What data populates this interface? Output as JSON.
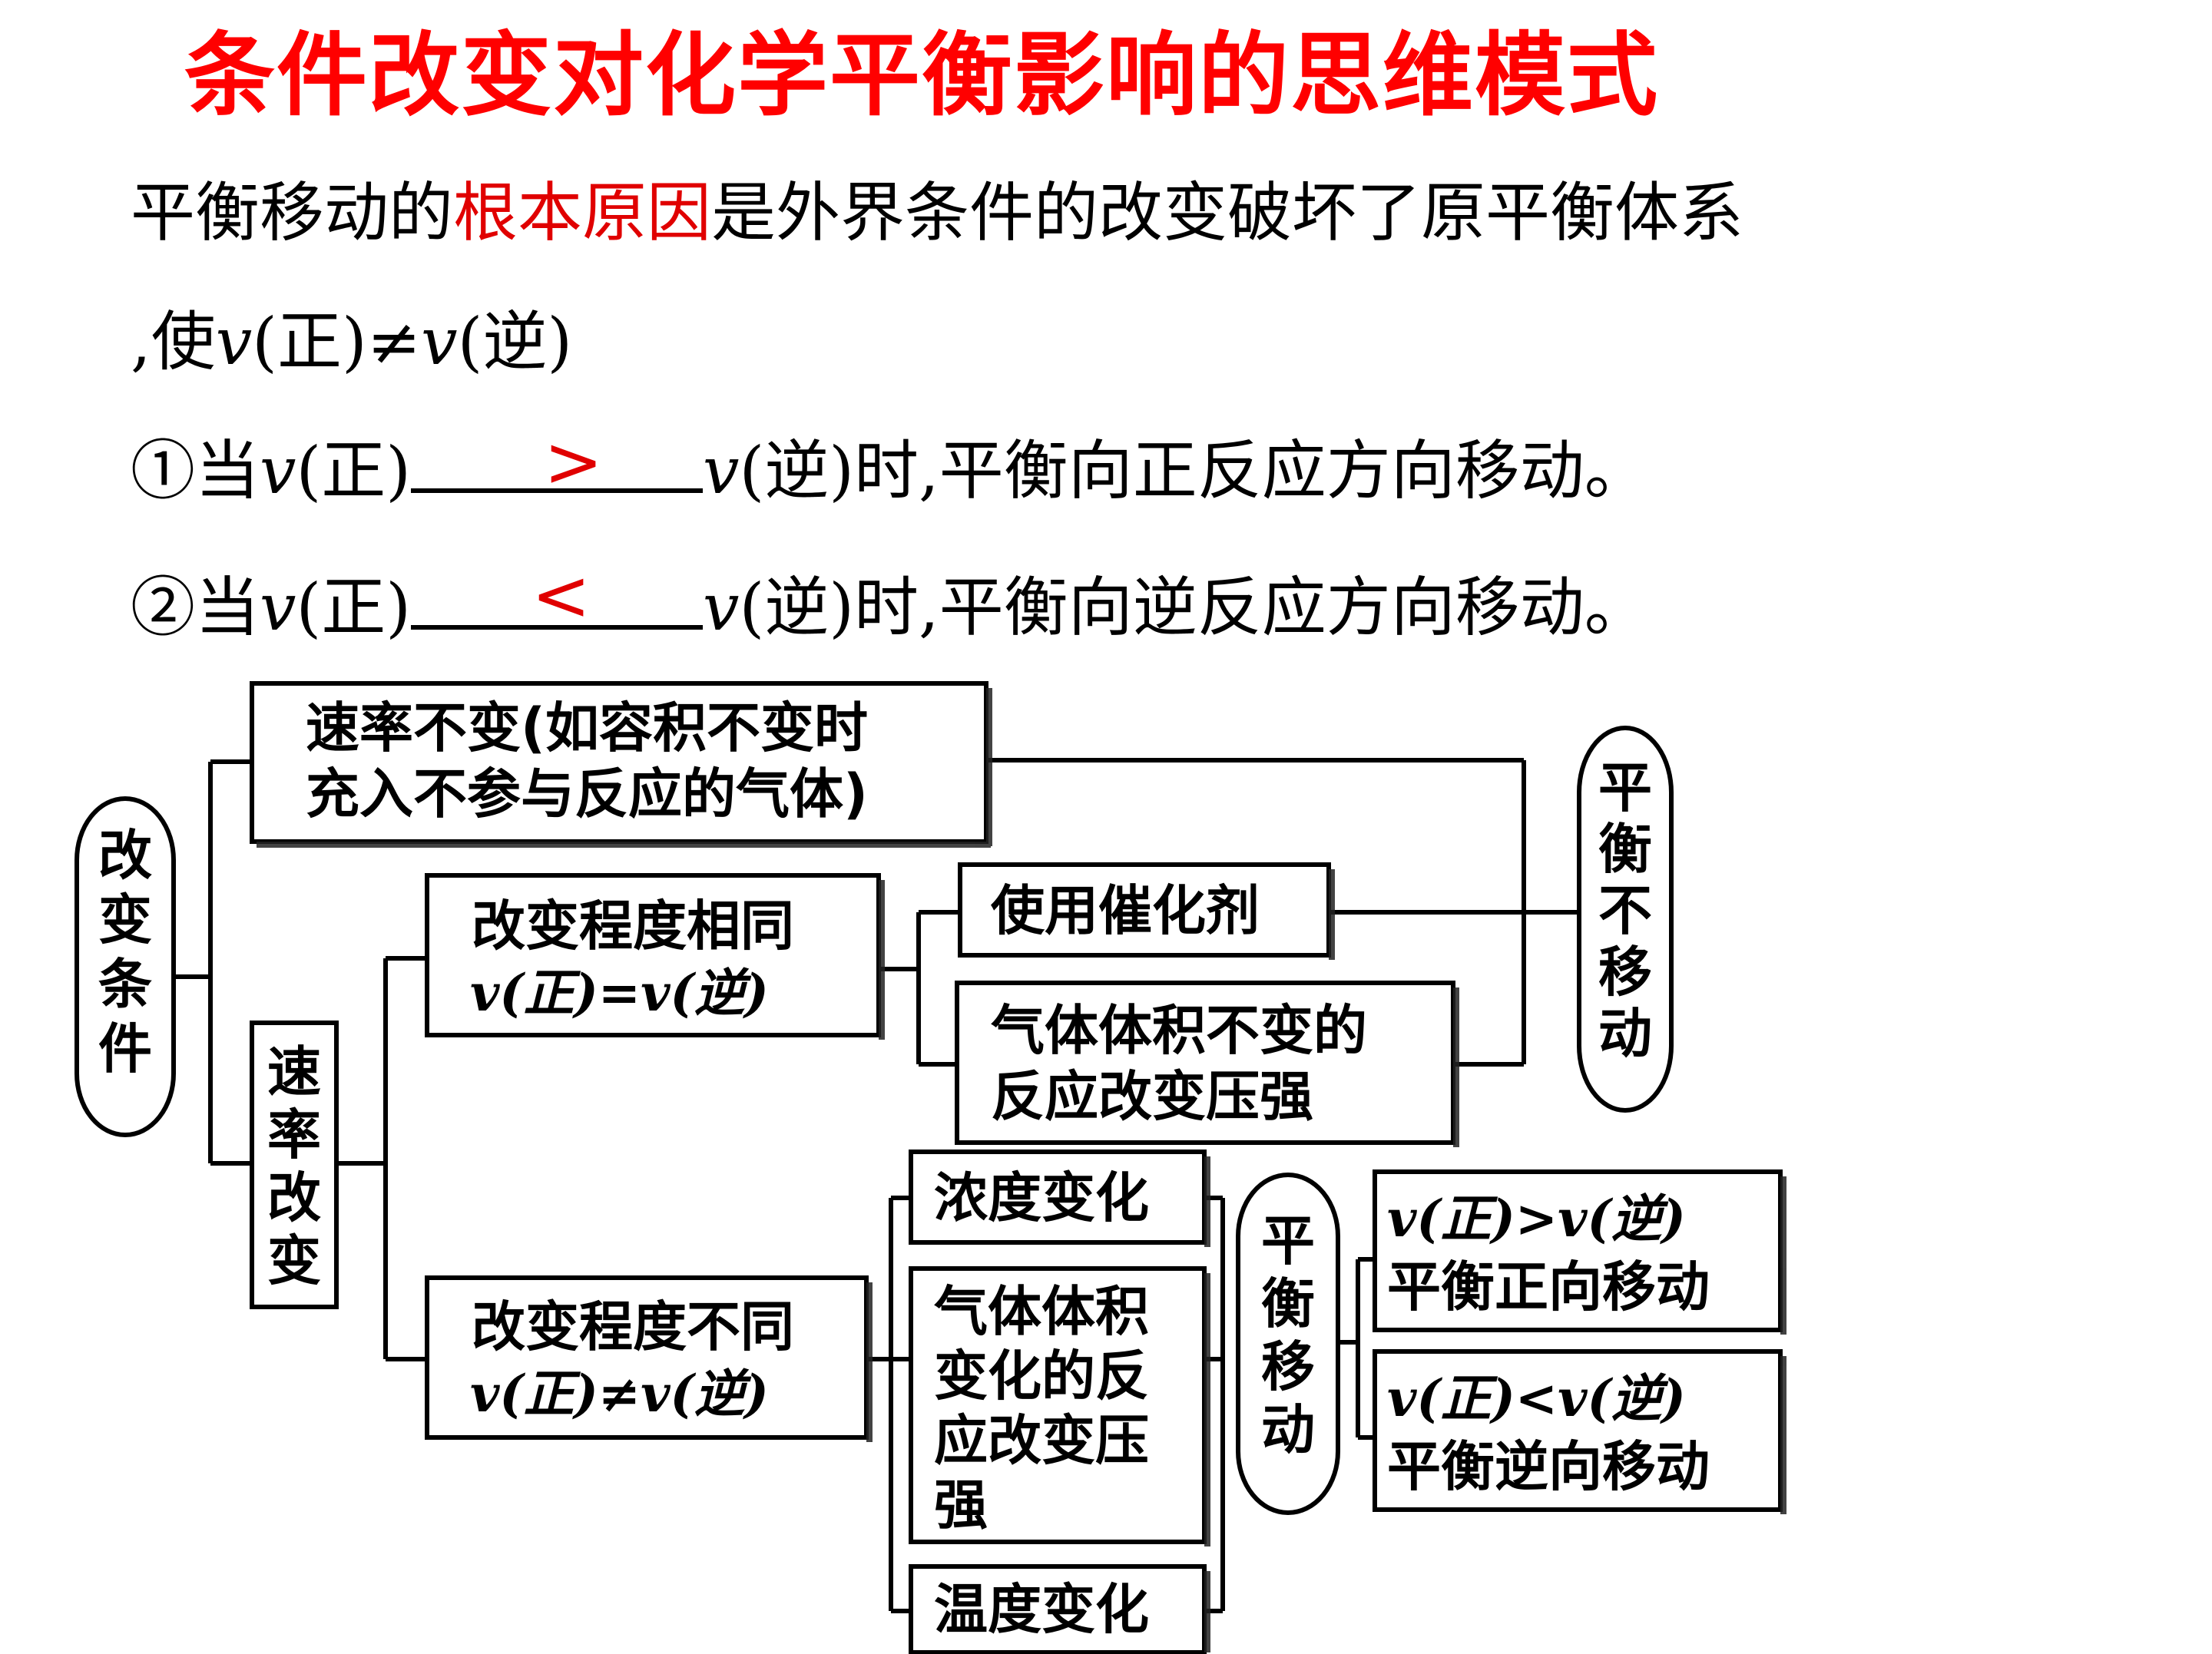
{
  "title": "条件改变对化学平衡影响的思维模式",
  "intro": {
    "p1": "平衡移动的",
    "p1_red": "根本原因",
    "p1_rest": "是外界条件的改变破坏了原平衡体系",
    "p2_pre": ",使",
    "v": "v",
    "zheng": "(正)",
    "neq": "≠",
    "ni": "(逆)"
  },
  "items": [
    {
      "num": "①当",
      "tail": "时,平衡向正反应方向移动。",
      "answer": ">"
    },
    {
      "num": "②当",
      "tail": "时,平衡向逆反应方向移动。",
      "answer": "<"
    }
  ],
  "diagram": {
    "root": [
      "改",
      "变",
      "条",
      "件"
    ],
    "rate_unchanged": [
      "速率不变(如容积不变时",
      "充入不参与反应的气体)"
    ],
    "rate_changed": [
      "速",
      "率",
      "改",
      "变"
    ],
    "same_degree": [
      "改变程度相同",
      "v(正)=v(逆)"
    ],
    "diff_degree": [
      "改变程度不同",
      "v(正)≠v(逆)"
    ],
    "catalyst": "使用催化剂",
    "gas_same": [
      "气体体积不变的",
      "反应改变压强"
    ],
    "no_shift": [
      "平",
      "衡",
      "不",
      "移",
      "动"
    ],
    "conc": "浓度变化",
    "gas_change": [
      "气体体积",
      "变化的反",
      "应改变压",
      "强"
    ],
    "temp": "温度变化",
    "shift": [
      "平",
      "衡",
      "移",
      "动"
    ],
    "forward": [
      "v(正)>v(逆)",
      "平衡正向移动"
    ],
    "backward": [
      "v(正)<v(逆)",
      "平衡逆向移动"
    ]
  }
}
